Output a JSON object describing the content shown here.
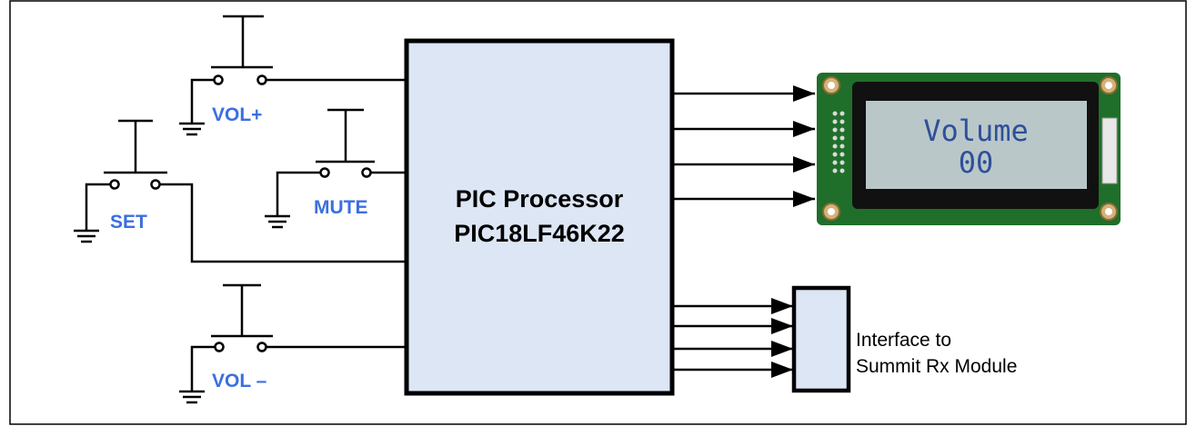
{
  "processor": {
    "line1": "PIC Processor",
    "line2": "PIC18LF46K22"
  },
  "buttons": {
    "vol_plus": "VOL+",
    "vol_minus": "VOL –",
    "set": "SET",
    "mute": "MUTE"
  },
  "lcd": {
    "line1": "Volume",
    "line2": "00"
  },
  "interface": {
    "line1": "Interface to",
    "line2": "Summit Rx Module"
  },
  "colors": {
    "button_label": "#3b6fe0",
    "processor_fill": "#dde6f5",
    "lcd_screen": "#b9c7c9",
    "lcd_board": "#1f6f2a"
  }
}
